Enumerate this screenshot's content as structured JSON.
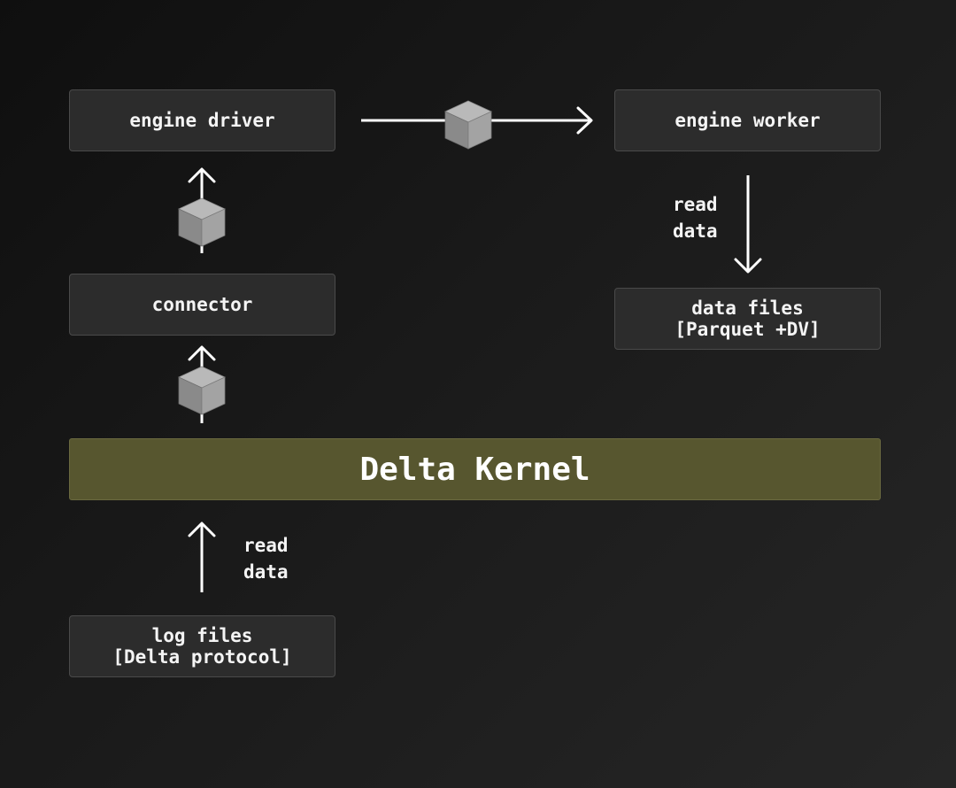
{
  "nodes": {
    "engine_driver": "engine driver",
    "engine_worker": "engine worker",
    "connector": "connector",
    "data_files": {
      "line1": "data files",
      "line2": "[Parquet +DV]"
    },
    "delta_kernel": "Delta Kernel",
    "log_files": {
      "line1": "log files",
      "line2": "[Delta protocol]"
    }
  },
  "labels": {
    "read_data_top": {
      "line1": "read",
      "line2": "data"
    },
    "read_data_bottom": {
      "line1": "read",
      "line2": "data"
    }
  },
  "colors": {
    "background": "#161616",
    "box_fill": "#2c2c2c",
    "box_border": "#4a4a4a",
    "kernel_fill": "#57562f",
    "arrow": "#ffffff",
    "cube": "#9a9a9a"
  }
}
